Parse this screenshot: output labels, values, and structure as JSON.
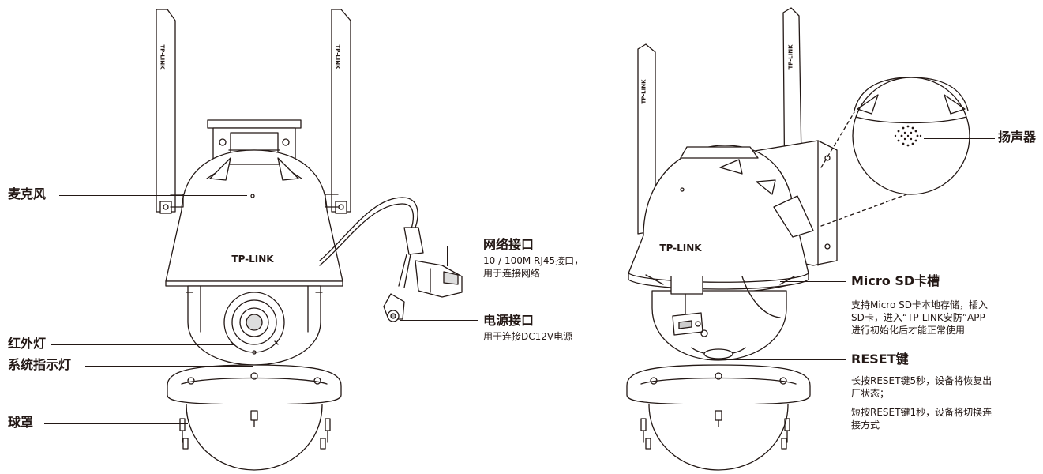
{
  "brand": "TP-LINK",
  "left_labels": {
    "mic": "麦克风",
    "ir": "红外灯",
    "status_led": "系统指示灯",
    "dome_cover": "球罩"
  },
  "net_port": {
    "title": "网络接口",
    "line1": "10 / 100M RJ45接口，",
    "line2": "用于连接网络"
  },
  "power_port": {
    "title": "电源接口",
    "line1": "用于连接DC12V电源"
  },
  "speaker": "扬声器",
  "sd_slot": {
    "title": "Micro SD卡槽",
    "line1": "支持Micro SD卡本地存储，插入",
    "line2": "SD卡，进入“TP-LINK安防”APP",
    "line3": "进行初始化后才能正常使用"
  },
  "reset": {
    "title": "RESET键",
    "line1": "长按RESET键5秒，设备将恢复出",
    "line2": "厂状态；",
    "line3": "短按RESET键1秒，设备将切换连",
    "line4": "接方式"
  }
}
